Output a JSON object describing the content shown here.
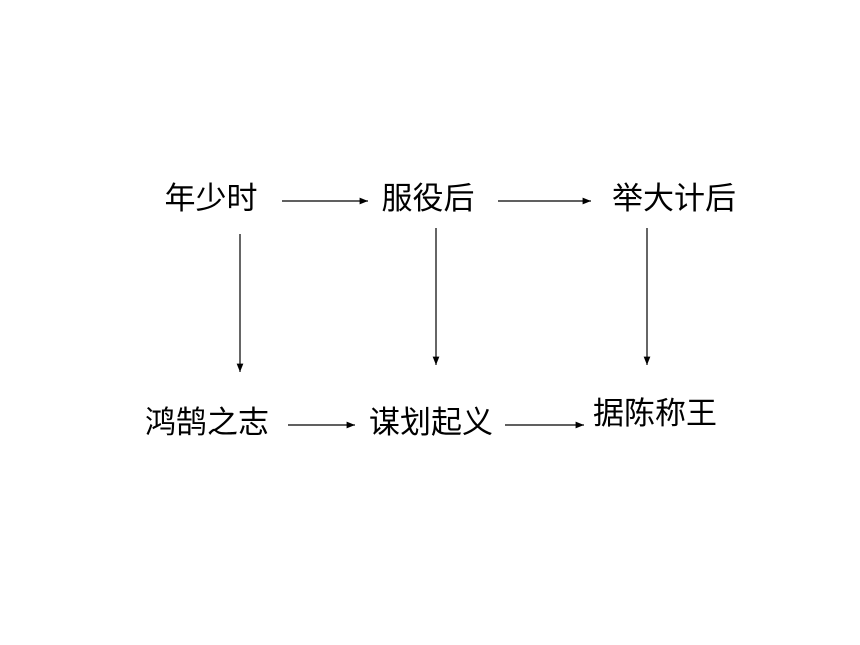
{
  "diagram": {
    "top_row": [
      {
        "id": "youth",
        "label": "年少时"
      },
      {
        "id": "service",
        "label": "服役后"
      },
      {
        "id": "uprising",
        "label": "举大计后"
      }
    ],
    "bottom_row": [
      {
        "id": "ambition",
        "label": "鸿鹄之志"
      },
      {
        "id": "plot",
        "label": "谋划起义"
      },
      {
        "id": "king",
        "label": "据陈称王"
      }
    ],
    "edges": [
      {
        "from": "youth",
        "to": "service"
      },
      {
        "from": "service",
        "to": "uprising"
      },
      {
        "from": "ambition",
        "to": "plot"
      },
      {
        "from": "plot",
        "to": "king"
      },
      {
        "from": "youth",
        "to": "ambition"
      },
      {
        "from": "service",
        "to": "plot"
      },
      {
        "from": "uprising",
        "to": "king"
      }
    ],
    "colors": {
      "text": "#000000",
      "arrow": "#000000",
      "background": "#ffffff"
    }
  }
}
